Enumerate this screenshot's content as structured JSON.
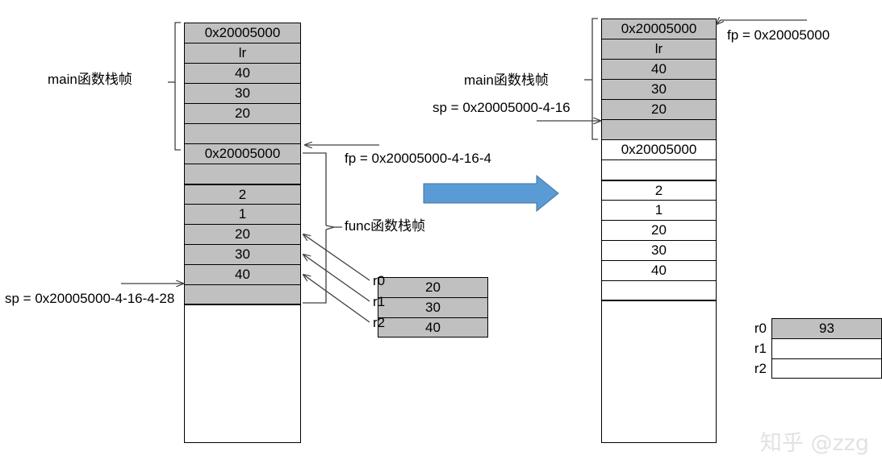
{
  "diagram": {
    "title_watermark": "知乎 @zzg",
    "colors": {
      "cell_fill": "#c0c0c0",
      "cell_border": "#000000",
      "arrow_blue": "#5b9bd5",
      "arrow_blue_border": "#41719c",
      "watermark": "#e2e2e2"
    }
  },
  "left": {
    "main_frame_label": "main函数栈帧",
    "func_frame_label": "func函数栈帧",
    "sp_label": "sp = 0x20005000-4-16-4-28",
    "fp_label": "fp = 0x20005000-4-16-4",
    "stack_cells": [
      {
        "value": "0x20005000",
        "fill": "gray"
      },
      {
        "value": "lr",
        "fill": "gray"
      },
      {
        "value": "40",
        "fill": "gray"
      },
      {
        "value": "30",
        "fill": "gray"
      },
      {
        "value": "20",
        "fill": "gray"
      },
      {
        "value": "",
        "fill": "gray"
      },
      {
        "value": "0x20005000",
        "fill": "gray"
      },
      {
        "value": "",
        "fill": "gray"
      },
      {
        "value": "2",
        "fill": "gray"
      },
      {
        "value": "1",
        "fill": "gray"
      },
      {
        "value": "20",
        "fill": "gray"
      },
      {
        "value": "30",
        "fill": "gray"
      },
      {
        "value": "40",
        "fill": "gray"
      },
      {
        "value": "",
        "fill": "gray"
      }
    ],
    "registers": {
      "names": [
        "r0",
        "r1",
        "r2"
      ],
      "values": [
        "20",
        "30",
        "40"
      ],
      "fills": [
        "gray",
        "gray",
        "gray"
      ]
    }
  },
  "right": {
    "main_frame_label": "main函数栈帧",
    "sp_label": "sp = 0x20005000-4-16",
    "fp_label": "fp = 0x20005000",
    "stack_cells": [
      {
        "value": "0x20005000",
        "fill": "gray"
      },
      {
        "value": "lr",
        "fill": "gray"
      },
      {
        "value": "40",
        "fill": "gray"
      },
      {
        "value": "30",
        "fill": "gray"
      },
      {
        "value": "20",
        "fill": "gray"
      },
      {
        "value": "",
        "fill": "gray"
      },
      {
        "value": "0x20005000",
        "fill": "white"
      },
      {
        "value": "",
        "fill": "white"
      },
      {
        "value": "2",
        "fill": "white"
      },
      {
        "value": "1",
        "fill": "white"
      },
      {
        "value": "20",
        "fill": "white"
      },
      {
        "value": "30",
        "fill": "white"
      },
      {
        "value": "40",
        "fill": "white"
      },
      {
        "value": "",
        "fill": "white"
      }
    ],
    "registers": {
      "names": [
        "r0",
        "r1",
        "r2"
      ],
      "values": [
        "93",
        "",
        ""
      ],
      "fills": [
        "gray",
        "white",
        "white"
      ]
    }
  }
}
